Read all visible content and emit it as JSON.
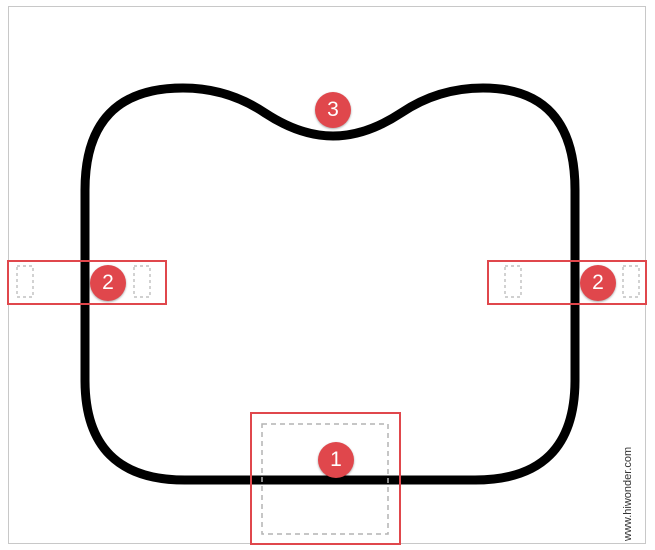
{
  "colors": {
    "track": "#000000",
    "marker_outline": "#e0474c",
    "badge_fill": "#e0474c",
    "badge_text": "#ffffff",
    "dashed_zone": "#b4b4b4",
    "frame": "#c8c8c8"
  },
  "markers": {
    "bottom_zone_label": "1",
    "left_zone_label": "2",
    "right_zone_label": "2",
    "top_curve_label": "3"
  },
  "watermark": "www.hiwonder.com"
}
